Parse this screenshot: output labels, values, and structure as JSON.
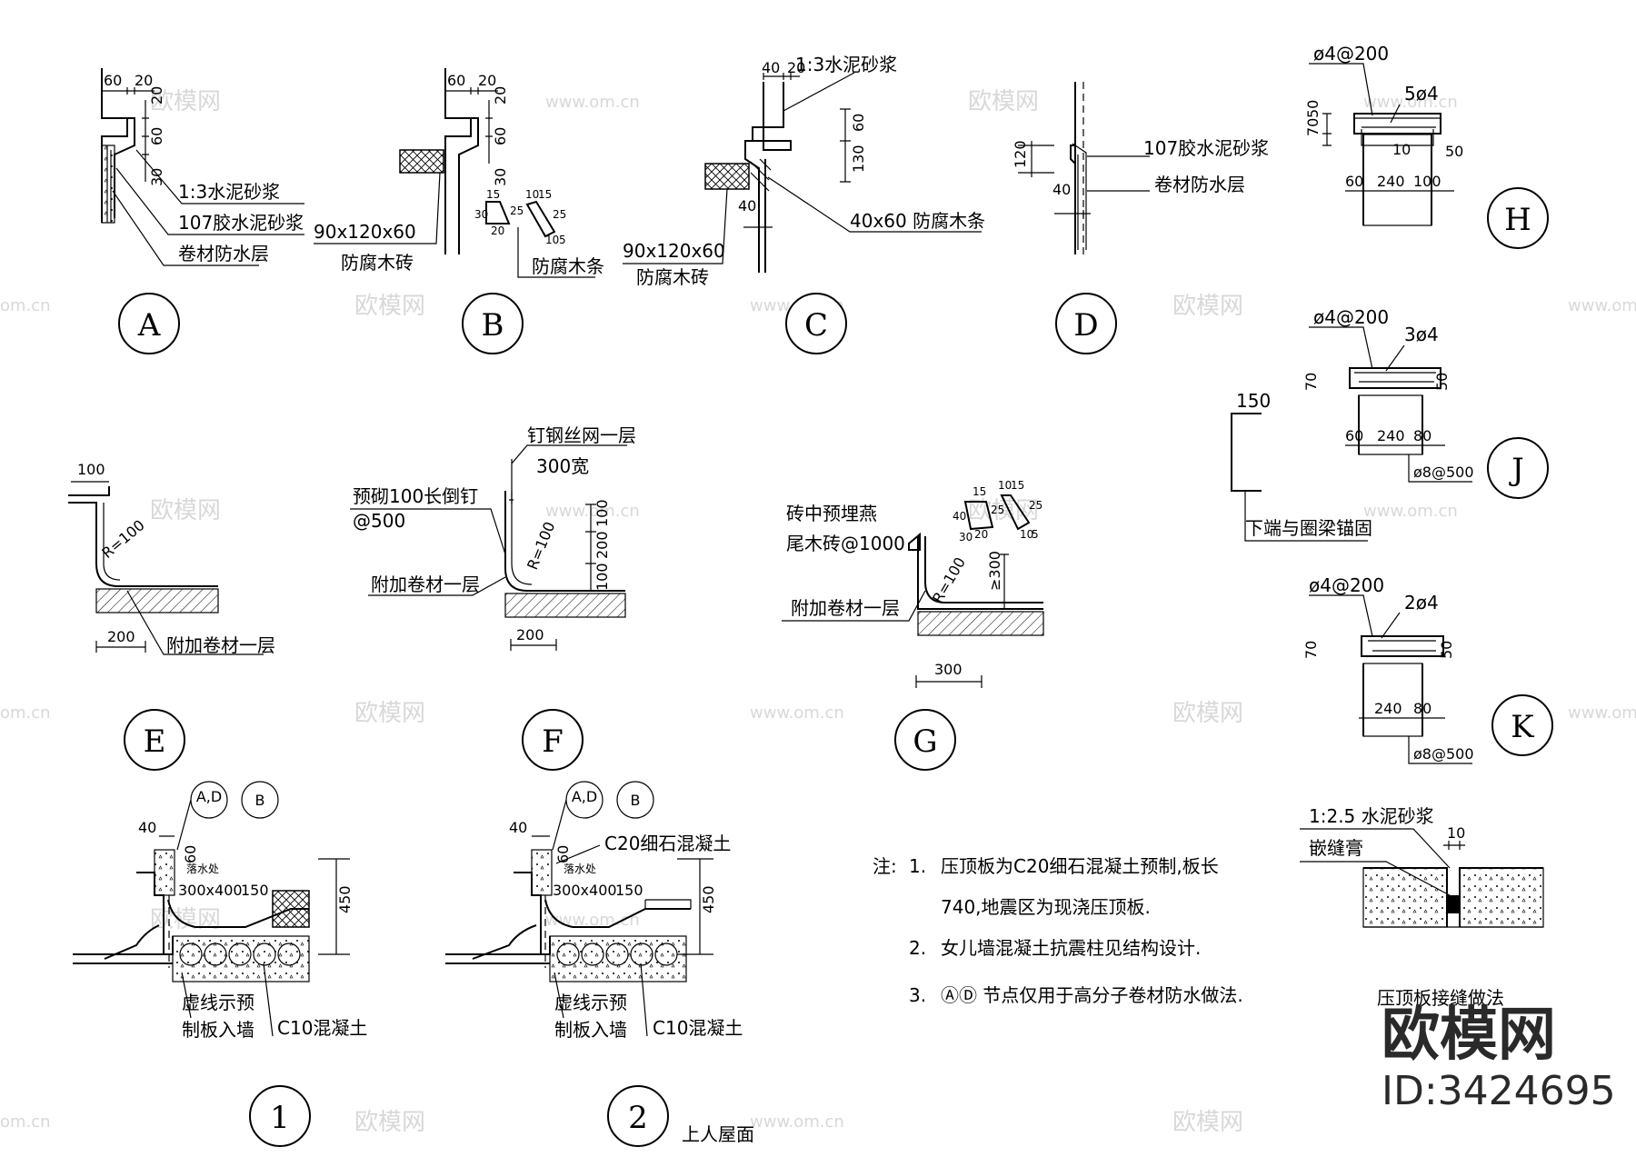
{
  "watermark": {
    "brand": "欧模网",
    "site": "www.om.cn",
    "site_partial": "om.cn"
  },
  "brand_logo": {
    "name": "欧模网",
    "id": "ID:3424695"
  },
  "details": {
    "A": {
      "label": "A",
      "dims": [
        "60",
        "20",
        "20",
        "60",
        "30"
      ],
      "notes": [
        "1:3水泥砂浆",
        "107胶水泥砂浆",
        "卷材防水层"
      ]
    },
    "B": {
      "label": "B",
      "dims": [
        "60",
        "20",
        "20",
        "60",
        "30"
      ],
      "wood_brick": "90x120x60",
      "wood_brick_label": "防腐木砖",
      "strip_label": "防腐木条",
      "strip_dims": [
        "15",
        "25",
        "30",
        "20",
        "10",
        "15",
        "25",
        "10",
        "5"
      ]
    },
    "C": {
      "label": "C",
      "dims": [
        "40",
        "20",
        "60",
        "130",
        "40"
      ],
      "notes": [
        "1:3水泥砂浆",
        "40x60 防腐木条"
      ],
      "wood_brick": "90x120x60",
      "wood_brick_label": "防腐木砖"
    },
    "D": {
      "label": "D",
      "dims": [
        "120",
        "40"
      ],
      "notes": [
        "107胶水泥砂浆",
        "卷材防水层"
      ]
    },
    "E": {
      "label": "E",
      "dims": [
        "100",
        "200"
      ],
      "radius": "R=100",
      "note": "附加卷材一层"
    },
    "F": {
      "label": "F",
      "notes": [
        "钉钢丝网一层",
        "300宽",
        "预砌100长倒钉",
        "@500",
        "附加卷材一层"
      ],
      "dims": [
        "100",
        "200",
        "100",
        "200"
      ],
      "radius": "R=100"
    },
    "G": {
      "label": "G",
      "notes": [
        "砖中预埋燕",
        "尾木砖@1000",
        "附加卷材一层"
      ],
      "dims": [
        "300",
        "≥300"
      ],
      "radius": "R=100",
      "strip_dims": [
        "15",
        "40",
        "25",
        "30",
        "20",
        "10",
        "15",
        "25",
        "10",
        "5"
      ]
    },
    "H": {
      "label": "H",
      "rebar_top": "ø4@200",
      "rebar_main": "5ø4",
      "dims": [
        "70",
        "50",
        "10",
        "50",
        "60",
        "240",
        "100"
      ]
    },
    "J": {
      "label": "J",
      "rebar_top": "ø4@200",
      "rebar_main": "3ø4",
      "dims": [
        "70",
        "50",
        "60",
        "240",
        "80"
      ],
      "stirrup": "ø8@500",
      "anchor_len": "150",
      "anchor_note": "下端与圈梁锚固"
    },
    "K": {
      "label": "K",
      "rebar_top": "ø4@200",
      "rebar_main": "2ø4",
      "dims": [
        "70",
        "50",
        "240",
        "80"
      ],
      "stirrup": "ø8@500"
    },
    "one": {
      "label": "1",
      "refs": [
        "A,D",
        "B"
      ],
      "dims": [
        "40",
        "60",
        "300x400",
        "150",
        "450"
      ],
      "drain": "落水处",
      "notes": [
        "虚线示预",
        "制板入墙",
        "C10混凝土"
      ]
    },
    "two": {
      "label": "2",
      "refs": [
        "A,D",
        "B"
      ],
      "dims": [
        "40",
        "60",
        "300x400",
        "150",
        "450"
      ],
      "drain": "落水处",
      "notes": [
        "C20细石混凝土",
        "虚线示预",
        "制板入墙",
        "C10混凝土"
      ],
      "caption": "上人屋面"
    },
    "joint": {
      "notes": [
        "1:2.5 水泥砂浆",
        "嵌缝膏"
      ],
      "dim": "10",
      "caption": "压顶板接缝做法"
    }
  },
  "notes": {
    "heading": "注:",
    "items": [
      {
        "num": "1.",
        "text": "压顶板为C20细石混凝土预制,板长"
      },
      {
        "num": "",
        "text": "740,地震区为现浇压顶板."
      },
      {
        "num": "2.",
        "text": "女儿墙混凝土抗震柱见结构设计."
      },
      {
        "num": "3.",
        "text": "ⒶⒹ 节点仅用于高分子卷材防水做法."
      }
    ]
  }
}
